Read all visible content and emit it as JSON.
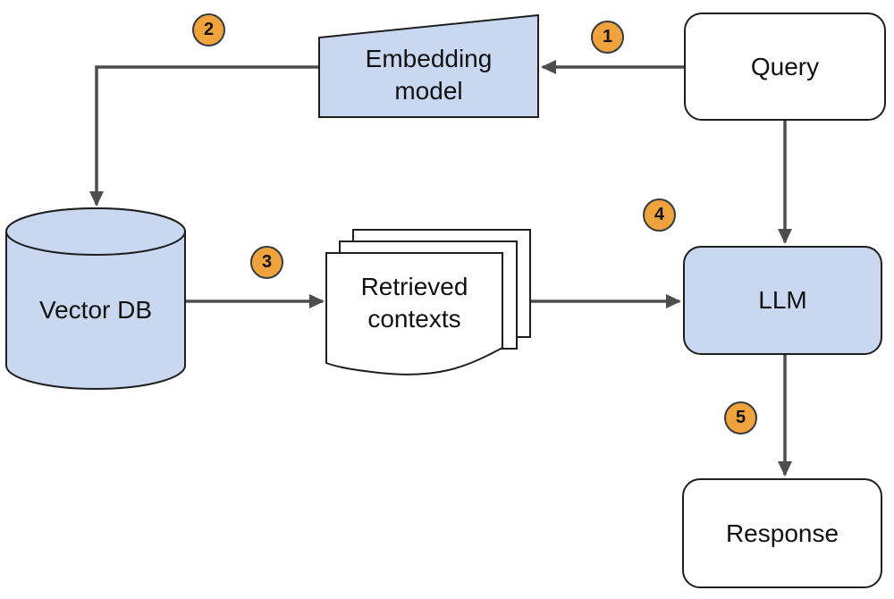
{
  "nodes": {
    "query": {
      "label": "Query"
    },
    "embedding_model": {
      "label": "Embedding model"
    },
    "vector_db": {
      "label": "Vector DB"
    },
    "retrieved_contexts": {
      "label": "Retrieved contexts"
    },
    "llm": {
      "label": "LLM"
    },
    "response": {
      "label": "Response"
    }
  },
  "badges": [
    {
      "number": "1"
    },
    {
      "number": "2"
    },
    {
      "number": "3"
    },
    {
      "number": "4"
    },
    {
      "number": "5"
    }
  ],
  "edges": [
    {
      "from": "Query",
      "to": "Embedding model",
      "step": "1"
    },
    {
      "from": "Embedding model",
      "to": "Vector DB",
      "step": "2"
    },
    {
      "from": "Vector DB",
      "to": "Retrieved contexts",
      "step": "3"
    },
    {
      "from": "Retrieved contexts",
      "to": "LLM",
      "step": "4"
    },
    {
      "from": "Query",
      "to": "LLM",
      "step": ""
    },
    {
      "from": "LLM",
      "to": "Response",
      "step": "5"
    }
  ],
  "colors": {
    "node_fill_blue": "#c9d8f0",
    "node_fill_white": "#ffffff",
    "shape_border": "#1f1f1f",
    "arrow": "#4d4d4d",
    "badge_fill": "#f0a33d",
    "badge_border": "#333b41",
    "text": "#111111"
  }
}
